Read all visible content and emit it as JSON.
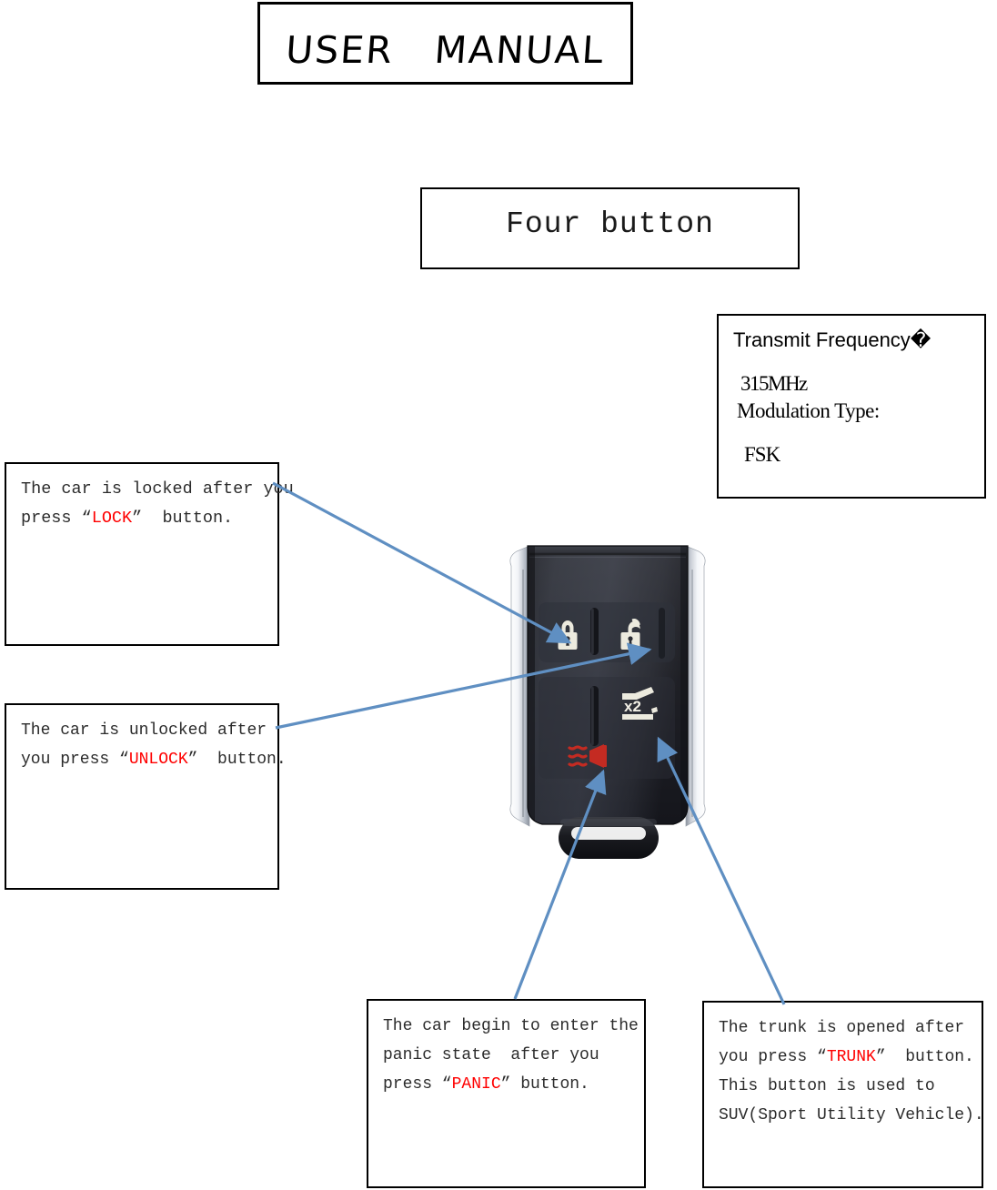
{
  "title": {
    "text": "USER   MANUAL"
  },
  "subtitle": {
    "text": "Four button"
  },
  "spec": {
    "frequency_label": "Transmit Frequency�",
    "frequency_value": "315MHz",
    "modulation_label": "Modulation Type:",
    "modulation_value": "FSK"
  },
  "callouts": {
    "lock": {
      "line1": "The car is locked after you",
      "line2_pre": "press “",
      "keyword": "LOCK",
      "line2_post": "”  button."
    },
    "unlock": {
      "line1": "The car is unlocked after",
      "line2_pre": "you press “",
      "keyword": "UNLOCK",
      "line2_post": "”  button."
    },
    "panic": {
      "line1": "The car begin to enter the",
      "line2": "panic state  after you",
      "line3_pre": "press “",
      "keyword": "PANIC",
      "line3_post": "” button."
    },
    "trunk": {
      "line1": "The trunk is opened after",
      "line2_pre": "you press “",
      "keyword": "TRUNK",
      "line2_post": "”  button.",
      "line3": "This button is used to",
      "line4": "SUV(Sport Utility Vehicle)."
    }
  },
  "fob": {
    "buttons": [
      {
        "name": "lock",
        "icon": "closed-padlock-icon"
      },
      {
        "name": "unlock",
        "icon": "open-padlock-icon"
      },
      {
        "name": "trunk",
        "icon": "tailgate-x2-icon",
        "label": "x2"
      },
      {
        "name": "panic",
        "icon": "horn-panic-icon"
      }
    ]
  },
  "colors": {
    "arrow": "#5f8fc2",
    "keyword": "#ff0000",
    "border": "#000000",
    "fob_body": "#22232a",
    "fob_chrome": "#e9ecf1",
    "panic_red": "#c62828"
  }
}
